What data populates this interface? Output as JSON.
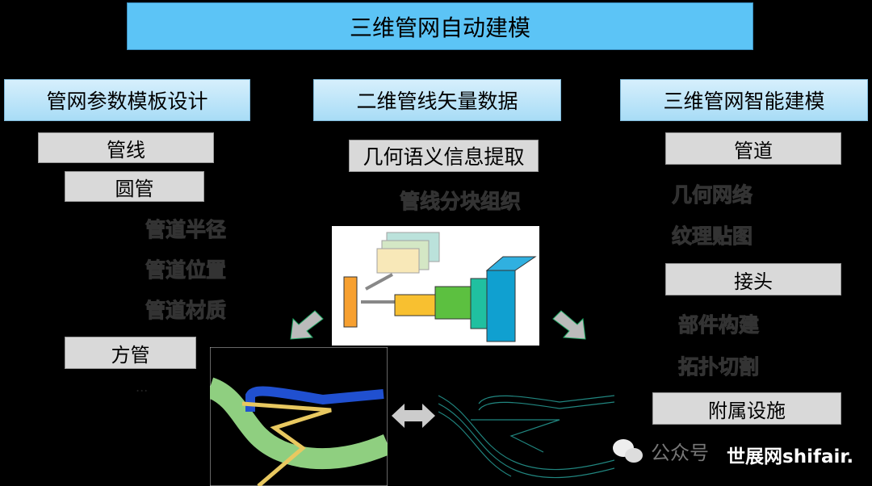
{
  "title": "三维管网自动建模",
  "columns": [
    {
      "header": "管网参数模板设计",
      "items": [
        "管线",
        "圆管",
        "管道半径",
        "管道位置",
        "管道材质",
        "方管",
        "..."
      ]
    },
    {
      "header": "二维管线矢量数据",
      "items": [
        "几何语义信息提取",
        "管线分块组织"
      ]
    },
    {
      "header": "三维管网智能建模",
      "items": [
        "管道",
        "几何网络",
        "纹理贴图",
        "接头",
        "部件构建",
        "拓扑切割",
        "附属设施"
      ]
    }
  ],
  "watermark": {
    "wechat": "公众号",
    "site": "世展网shifair."
  }
}
